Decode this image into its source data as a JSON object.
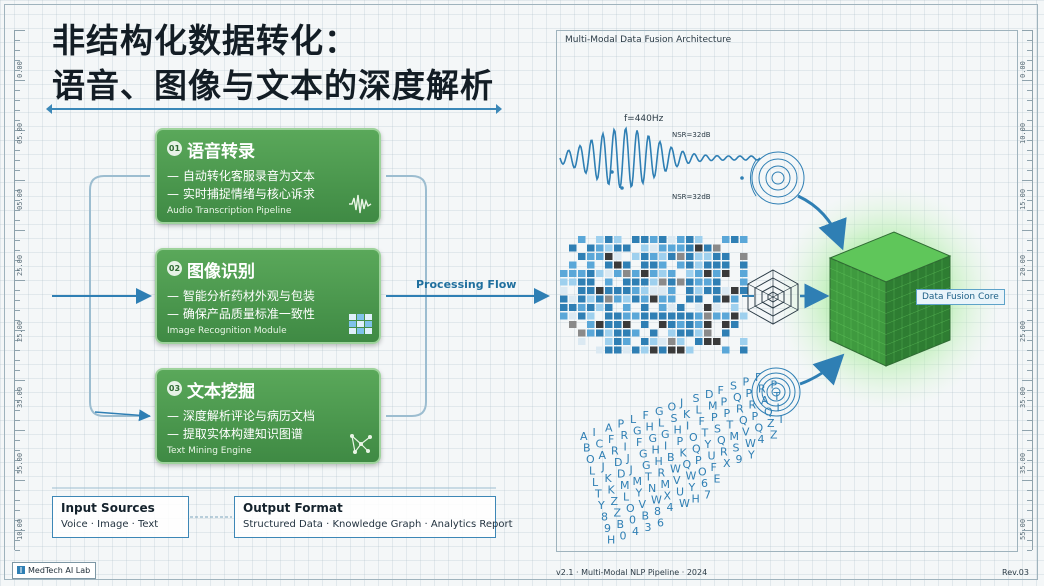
{
  "title": {
    "line1": "非结构化数据转化：",
    "line2": "语音、图像与文本的深度解析"
  },
  "ruler_labels": [
    "0.00",
    "05.00",
    "05.00",
    "25.00",
    "25.00",
    "35.00",
    "55.00",
    "10.00"
  ],
  "ruler_labels_right": [
    "0.00",
    "10.00",
    "15.00",
    "20.00",
    "25.00",
    "35.00",
    "35.00",
    "55.00"
  ],
  "cards": [
    {
      "num": "01",
      "title": "语音转录",
      "lines": [
        "— 自动转化客服录音为文本",
        "— 实时捕捉情绪与核心诉求"
      ],
      "caption": "Audio Transcription Pipeline",
      "icon": "waveform-icon"
    },
    {
      "num": "02",
      "title": "图像识别",
      "lines": [
        "— 智能分析药材外观与包装",
        "— 确保产品质量标准一致性"
      ],
      "caption": "Image Recognition Module",
      "icon": "pixel-grid-icon"
    },
    {
      "num": "03",
      "title": "文本挖掘",
      "lines": [
        "— 深度解析评论与病历文档",
        "— 提取实体构建知识图谱"
      ],
      "caption": "Text Mining Engine",
      "icon": "graph-icon"
    }
  ],
  "flow_label": "Processing Flow",
  "input_box": {
    "title": "Input Sources",
    "subtitle": "Voice · Image · Text"
  },
  "output_box": {
    "title": "Output Format",
    "subtitle": "Structured Data · Knowledge Graph · Analytics Report"
  },
  "architecture": {
    "title": "Multi-Modal Data Fusion Architecture",
    "frequency": "f=440Hz",
    "nsr_top": "NSR=32dB",
    "nsr_bottom": "NSR=32dB",
    "core_label": "Data Fusion Core",
    "text_rows": [
      "A I A P L F G O J S D F S P Γ",
      "B C F R G H L S K L M P Q P R P",
      "O A R I F G G H I F P P R R A T",
      "L J D J G H I P O T S T Q P Q I",
      "L K D J G H B K Q Y Q M V Q Z I",
      "T K M M T R W Q P U R S W 4 Z",
      "Y Z L Y N M V W O F X 9 Y",
      "8 Z O V W X U Y 6 E",
      "9 B 0 B 8 4 W H 7",
      "H 0 4 3 6"
    ]
  },
  "footer": {
    "brand": "MedTech AI Lab",
    "center": "v2.1 · Multi-Modal NLP Pipeline · 2024",
    "revision": "Rev.03"
  },
  "colors": {
    "card_green": "#4a9a4e",
    "accent_blue": "#2f7fb4",
    "cube_green": "#3f9a3f",
    "glow": "#7fe07a"
  }
}
